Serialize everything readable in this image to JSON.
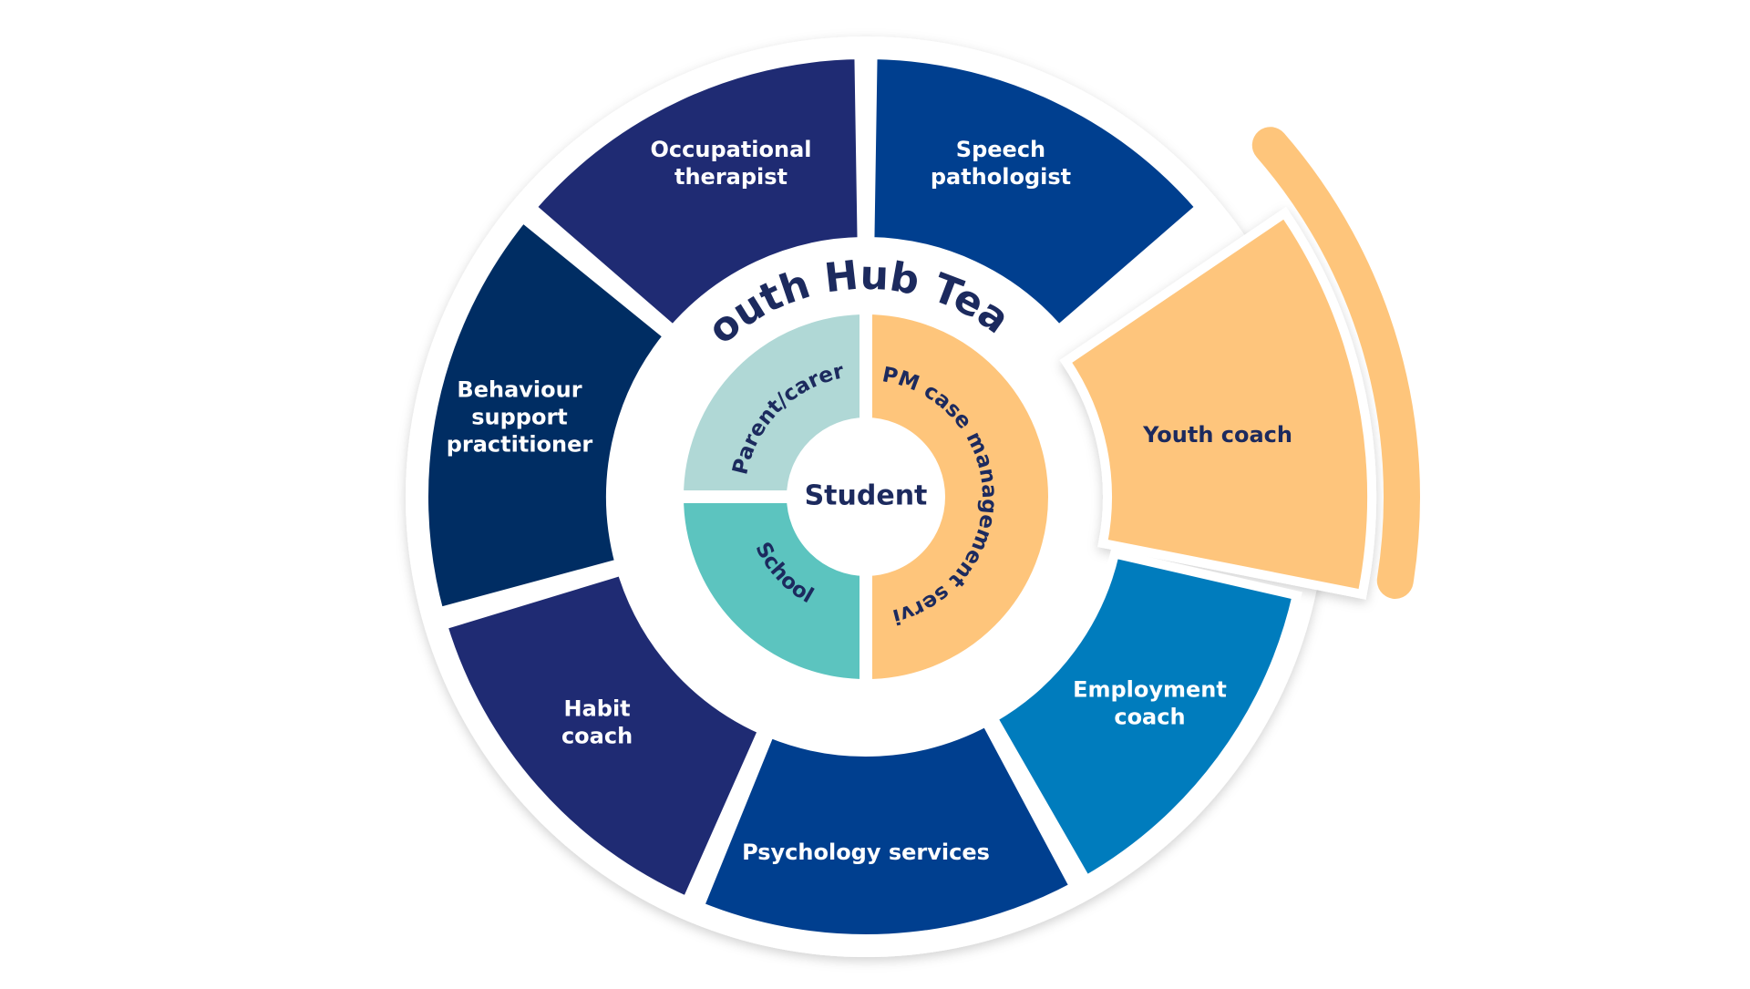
{
  "title": "Youth Hub Team",
  "center": "Student",
  "inner_segments": [
    {
      "label": "Parent/carer",
      "color": "#b0d8d6"
    },
    {
      "label": "School",
      "color": "#5cc4bf"
    },
    {
      "label": "APM case management service",
      "color": "#fec57b"
    }
  ],
  "outer_segments": [
    {
      "lines": [
        "Occupational",
        "therapist"
      ],
      "color": "#1f2b73"
    },
    {
      "lines": [
        "Speech",
        "pathologist"
      ],
      "color": "#003f8f"
    },
    {
      "lines": [
        "Youth coach"
      ],
      "color": "#fec57b",
      "highlighted": true
    },
    {
      "lines": [
        "Employment",
        "coach"
      ],
      "color": "#007cbd"
    },
    {
      "lines": [
        "Psychology services"
      ],
      "color": "#003f8f"
    },
    {
      "lines": [
        "Habit",
        "coach"
      ],
      "color": "#1f2b73"
    },
    {
      "lines": [
        "Behaviour",
        "support",
        "practitioner"
      ],
      "color": "#002d63"
    }
  ],
  "colors": {
    "text_dark": "#1c2a5e",
    "text_light": "#ffffff",
    "highlight_arc": "#fec57b"
  }
}
